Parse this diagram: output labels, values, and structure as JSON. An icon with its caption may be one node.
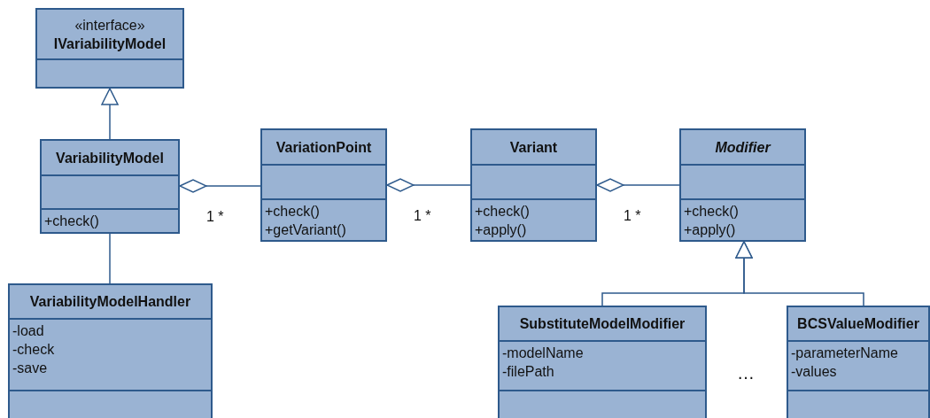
{
  "diagram": {
    "nodes": [
      {
        "text": [
          "«interface»",
          "IVariabilityModel"
        ]
      },
      {
        "text": [
          "VariabilityModel",
          "+check()"
        ]
      },
      {
        "text": [
          "VariationPoint",
          "+check()",
          "+getVariant()"
        ]
      },
      {
        "text": [
          "Variant",
          "+check()",
          "+apply()"
        ]
      },
      {
        "text": [
          "Modifier",
          "+check()",
          "+apply()"
        ]
      },
      {
        "text": [
          "VariabilityModelHandler",
          "-load",
          "-check",
          "-save"
        ]
      },
      {
        "text": [
          "SubstituteModelModifier",
          "-modelName",
          "-filePath"
        ]
      },
      {
        "text": [
          "BCSValueModifier",
          "-parameterName",
          "-values"
        ]
      }
    ],
    "edges": [
      {
        "from": 1,
        "to": 0,
        "arrow": "to"
      },
      {
        "from": 1,
        "to": 2,
        "arrow": "other",
        "label": "1 *"
      },
      {
        "from": 2,
        "to": 3,
        "arrow": "other",
        "label": "1 *"
      },
      {
        "from": 3,
        "to": 4,
        "arrow": "other",
        "label": "1 *"
      },
      {
        "from": 1,
        "to": 5,
        "arrow": "none"
      },
      {
        "from": 6,
        "to": 4,
        "arrow": "to"
      },
      {
        "from": 7,
        "to": 4,
        "arrow": "to"
      }
    ],
    "labels": [
      "…"
    ]
  }
}
